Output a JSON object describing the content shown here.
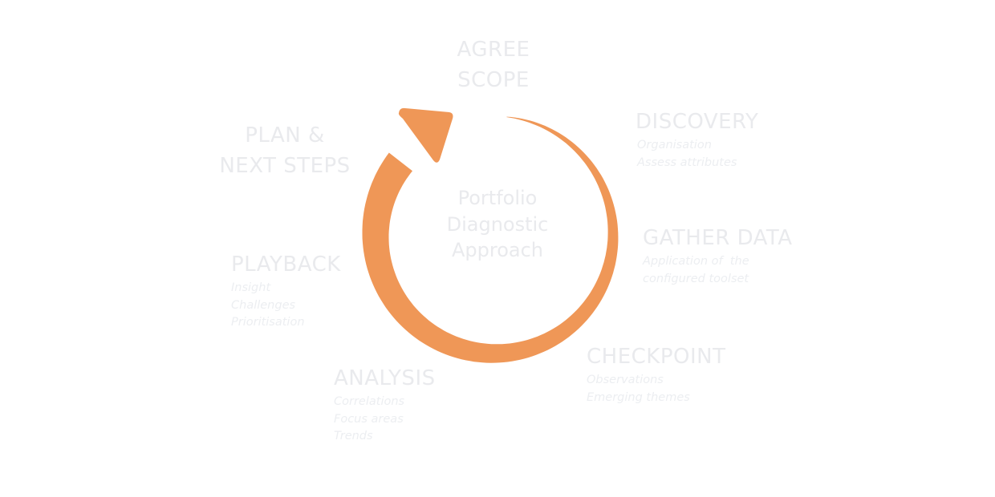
{
  "diagram": {
    "center_title": [
      "Portfolio",
      "Diagnostic",
      "Approach"
    ],
    "accent_color": "#ef9757",
    "text_color": "#e9eaed",
    "stages": [
      {
        "id": "agree-scope",
        "title": [
          "AGREE",
          "SCOPE"
        ],
        "details": []
      },
      {
        "id": "discovery",
        "title": [
          "DISCOVERY"
        ],
        "details": [
          "Organisation",
          "Assess attributes"
        ]
      },
      {
        "id": "gather-data",
        "title": [
          "GATHER DATA"
        ],
        "details": [
          "Application of  the",
          "configured toolset"
        ]
      },
      {
        "id": "checkpoint",
        "title": [
          "CHECKPOINT"
        ],
        "details": [
          "Observations",
          "Emerging themes"
        ]
      },
      {
        "id": "analysis",
        "title": [
          "ANALYSIS"
        ],
        "details": [
          "Correlations",
          "Focus areas",
          "Trends"
        ]
      },
      {
        "id": "playback",
        "title": [
          "PLAYBACK"
        ],
        "details": [
          "Insight",
          "Challenges",
          "Prioritisation"
        ]
      },
      {
        "id": "plan-next-steps",
        "title": [
          "PLAN &",
          "NEXT STEPS"
        ],
        "details": []
      }
    ]
  }
}
